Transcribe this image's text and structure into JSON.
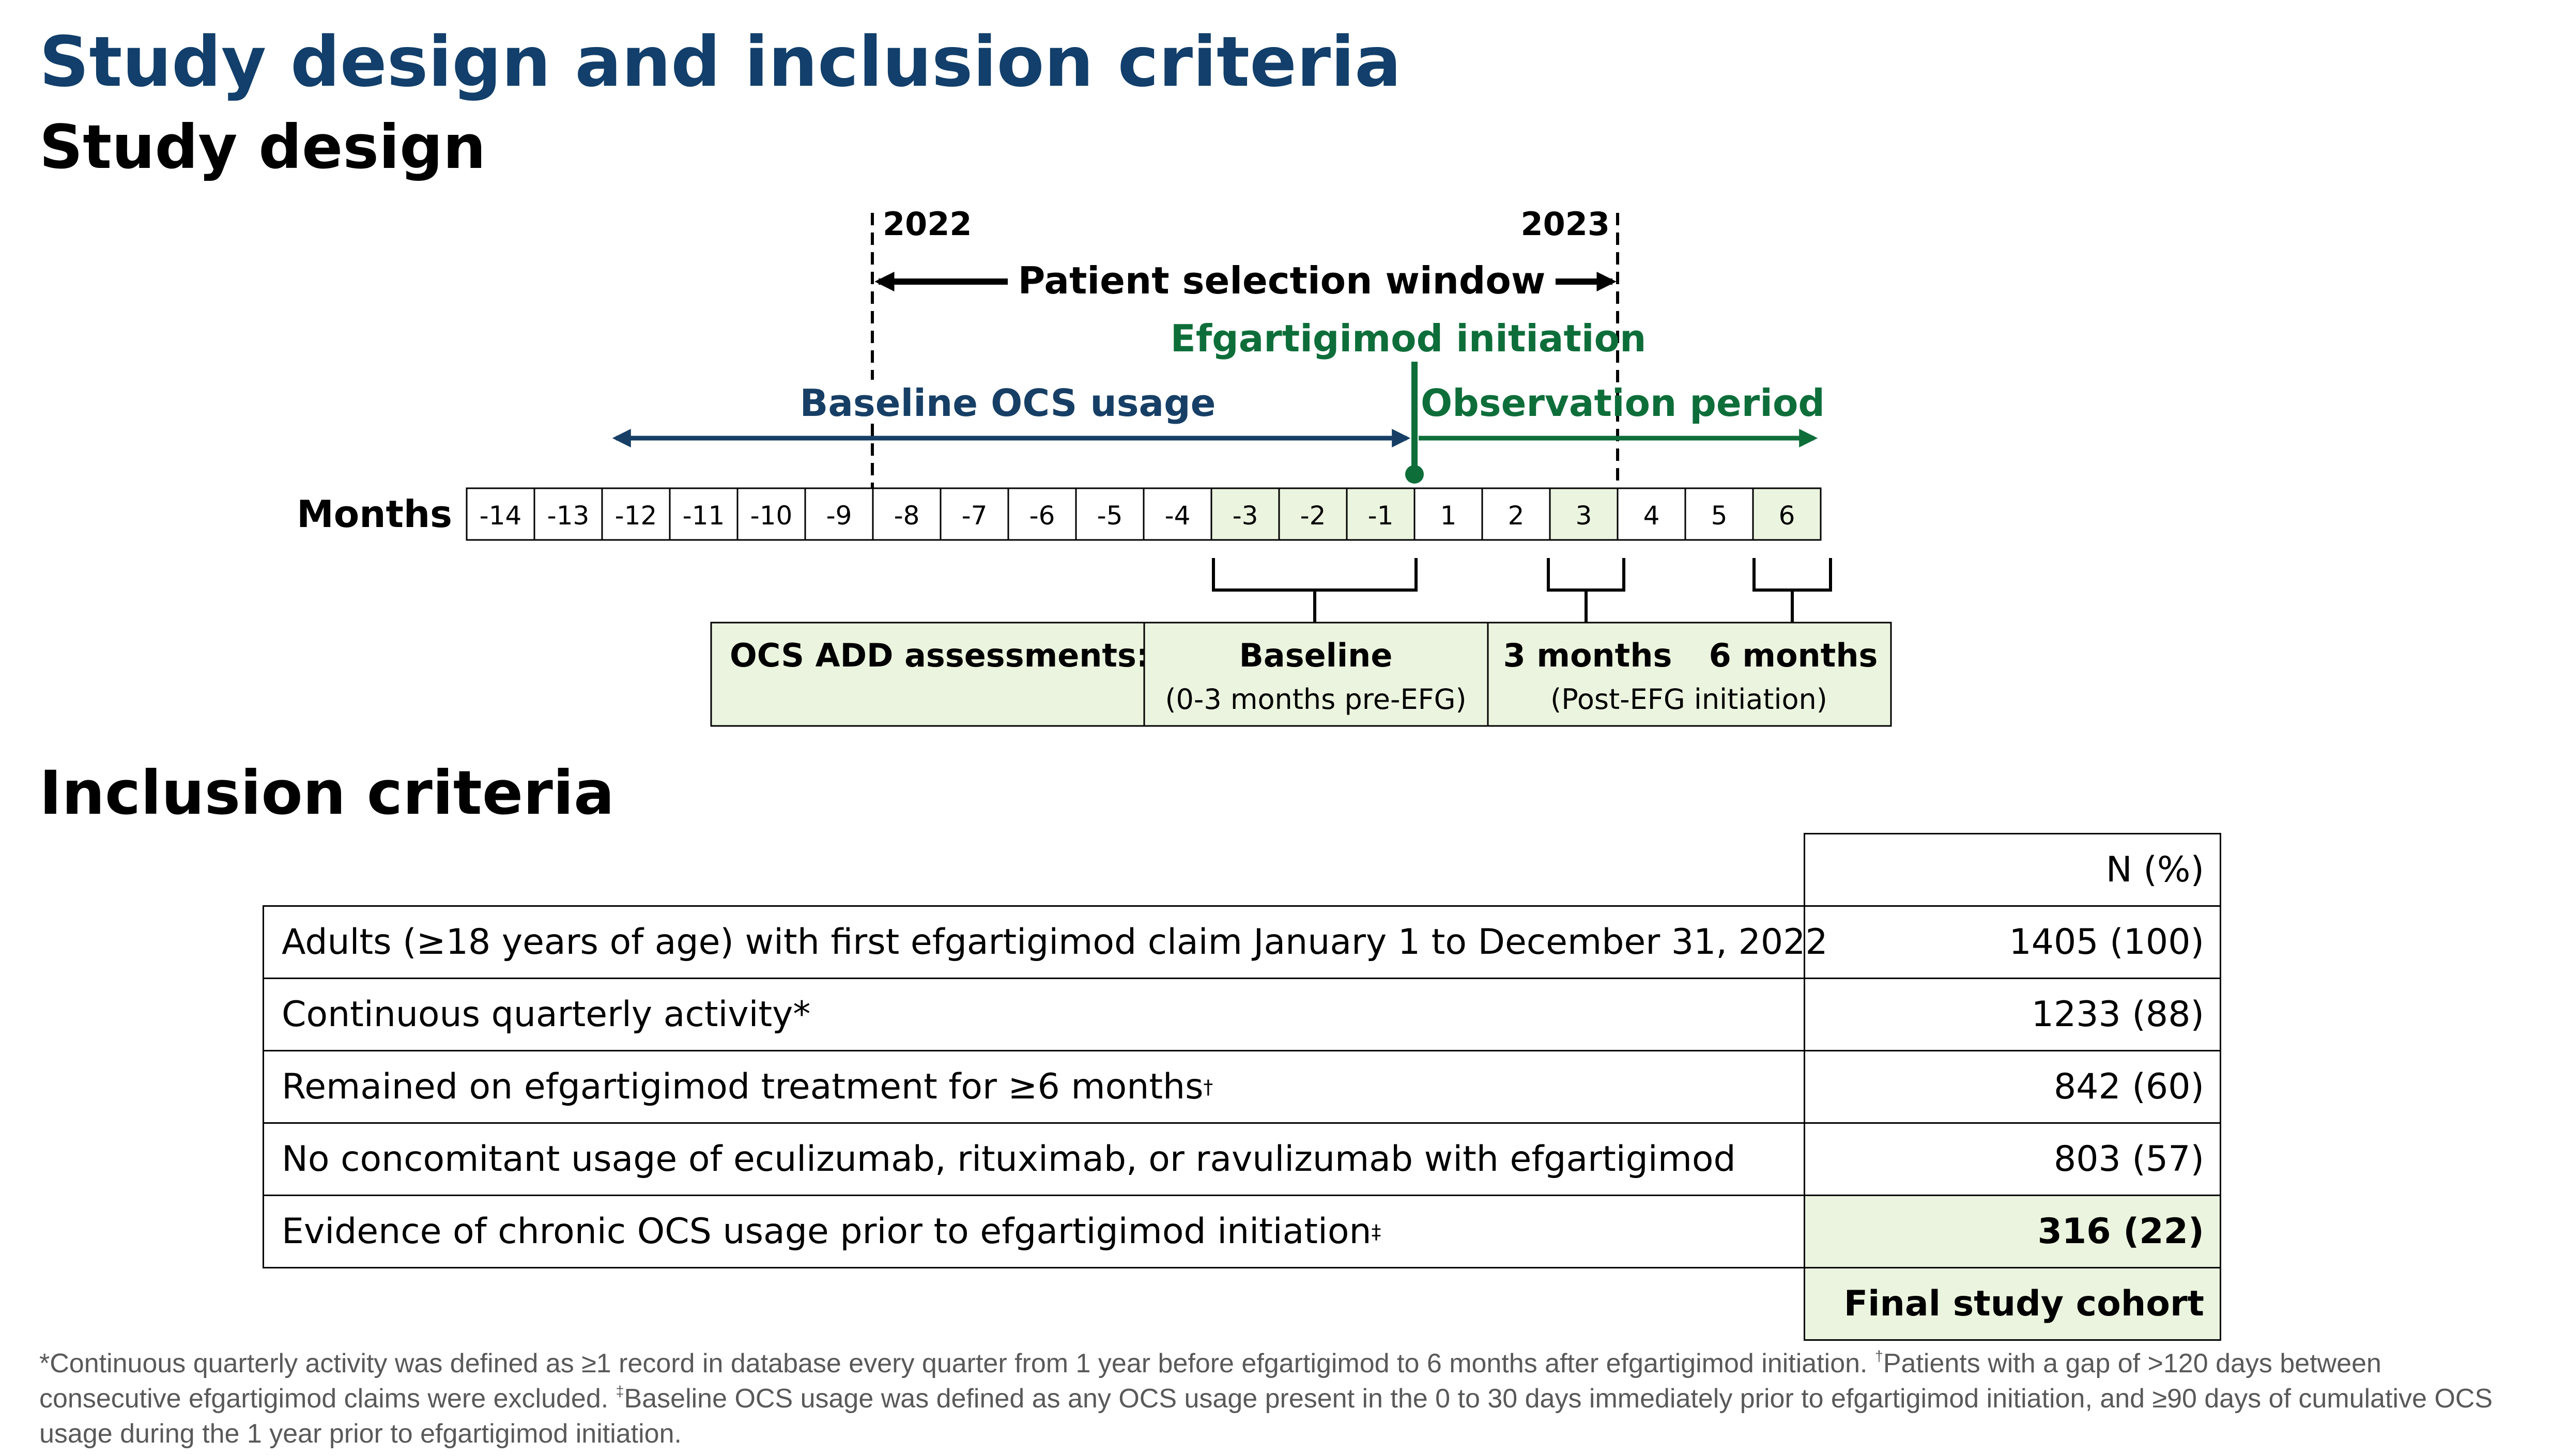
{
  "title": "Study design and inclusion criteria",
  "sections": {
    "design": "Study design",
    "inclusion": "Inclusion criteria"
  },
  "design": {
    "year_start": "2022",
    "year_end": "2023",
    "selection_window": "Patient selection window",
    "initiation": "Efgartigimod initiation",
    "baseline_usage": "Baseline OCS usage",
    "observation": "Observation period",
    "months_label": "Months",
    "months": [
      "-14",
      "-13",
      "-12",
      "-11",
      "-10",
      "-9",
      "-8",
      "-7",
      "-6",
      "-5",
      "-4",
      "-3",
      "-2",
      "-1",
      "1",
      "2",
      "3",
      "4",
      "5",
      "6"
    ],
    "assess_label": "OCS ADD assessments:",
    "baseline_title": "Baseline",
    "baseline_sub": "(0-3 months pre-EFG)",
    "m3": "3 months",
    "m6": "6 months",
    "post_sub": "(Post-EFG initiation)"
  },
  "colors": {
    "title_blue": "#123f6b",
    "baseline_blue": "#173f66",
    "green": "#0e6e3a",
    "highlight": "#ebf4de",
    "footnote_gray": "#595959"
  },
  "table": {
    "header": "N (%)",
    "rows": [
      {
        "label": "Adults (≥18 years of age) with first efgartigimod claim January 1 to December 31, 2022",
        "sup": "",
        "value": "1405 (100)"
      },
      {
        "label": "Continuous quarterly activity*",
        "sup": "",
        "value": "1233 (88)"
      },
      {
        "label": "Remained on efgartigimod treatment for ≥6 months",
        "sup": "†",
        "value": "842 (60)"
      },
      {
        "label": "No concomitant usage of eculizumab, rituximab, or ravulizumab with efgartigimod",
        "sup": "",
        "value": "803 (57)"
      },
      {
        "label": "Evidence of chronic OCS usage prior to efgartigimod initiation",
        "sup": "‡",
        "value": "316 (22)"
      }
    ],
    "final": "Final study cohort"
  },
  "footnote": {
    "f1": "*Continuous quarterly activity was defined as ≥1 record in database every quarter from 1 year before efgartigimod to 6 months after efgartigimod initiation. ",
    "dagger": "†",
    "f2": "Patients with a gap of >120 days between consecutive efgartigimod claims were excluded. ",
    "ddagger": "‡",
    "f3": "Baseline OCS usage was defined as any OCS usage present in the 0 to 30 days immediately prior to efgartigimod initiation, and ≥90 days of cumulative OCS usage during the 1 year prior to efgartigimod initiation."
  }
}
